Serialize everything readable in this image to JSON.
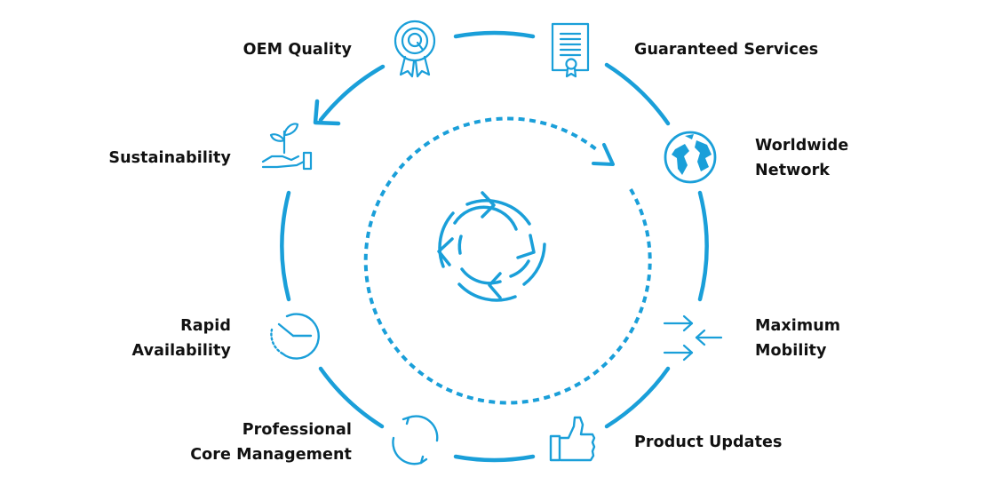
{
  "colors": {
    "accent": "#1a9fd9",
    "text": "#111111",
    "background": "#ffffff"
  },
  "center_icon": "cycle-arrows-icon",
  "features": [
    {
      "id": "oem-quality",
      "icon": "award-badge-icon",
      "lines": [
        "OEM Quality"
      ]
    },
    {
      "id": "guaranteed-services",
      "icon": "certificate-icon",
      "lines": [
        "Guaranteed Services"
      ]
    },
    {
      "id": "worldwide-network",
      "icon": "globe-icon",
      "lines": [
        "Worldwide",
        "Network"
      ]
    },
    {
      "id": "maximum-mobility",
      "icon": "converging-arrows-icon",
      "lines": [
        "Maximum",
        "Mobility"
      ]
    },
    {
      "id": "product-updates",
      "icon": "thumbs-up-icon",
      "lines": [
        "Product Updates"
      ]
    },
    {
      "id": "core-management",
      "icon": "recycle-arrows-icon",
      "lines": [
        "Professional",
        "Core Management"
      ]
    },
    {
      "id": "rapid-availability",
      "icon": "clock-icon",
      "lines": [
        "Rapid",
        "Availability"
      ]
    },
    {
      "id": "sustainability",
      "icon": "plant-in-hand-icon",
      "lines": [
        "Sustainability"
      ]
    }
  ]
}
